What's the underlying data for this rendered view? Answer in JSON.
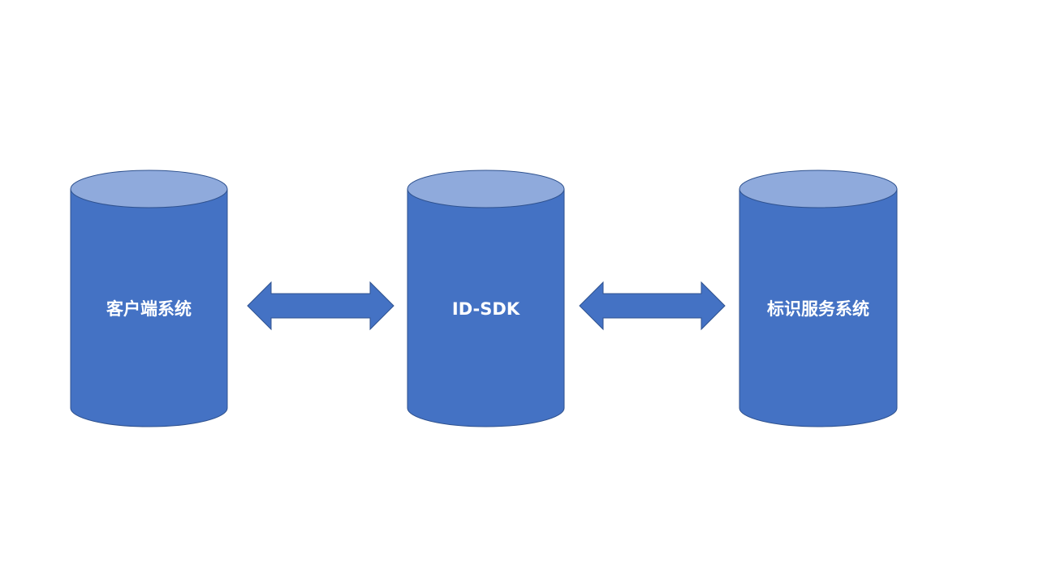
{
  "colors": {
    "background": "#ffffff",
    "cylinder_body": "#4472C4",
    "cylinder_top": "#8FAADC",
    "cylinder_outline": "#2F528F",
    "arrow_fill": "#4472C4",
    "arrow_outline": "#2F528F",
    "label_text": "#ffffff"
  },
  "nodes": [
    {
      "label": "客户端系统"
    },
    {
      "label": "ID-SDK"
    },
    {
      "label": "标识服务系统"
    }
  ],
  "connections": [
    {
      "from": "客户端系统",
      "to": "ID-SDK",
      "direction": "bidirectional"
    },
    {
      "from": "ID-SDK",
      "to": "标识服务系统",
      "direction": "bidirectional"
    }
  ]
}
